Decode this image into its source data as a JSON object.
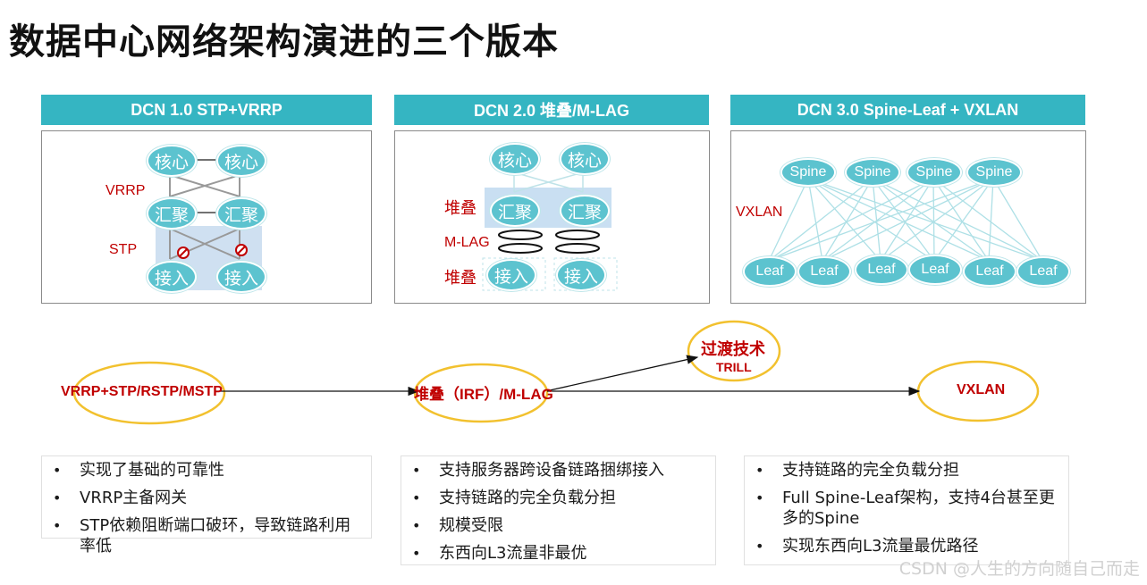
{
  "title": "数据中心网络架构演进的三个版本",
  "panels": [
    {
      "header": "DCN 1.0 STP+VRRP",
      "labels": {
        "vrrp": "VRRP",
        "stp": "STP"
      },
      "nodes": {
        "core": "核心",
        "agg": "汇聚",
        "access": "接入"
      }
    },
    {
      "header": "DCN 2.0 堆叠/M-LAG",
      "labels": {
        "stack_top": "堆叠",
        "mlag": "M-LAG",
        "stack_bottom": "堆叠"
      },
      "nodes": {
        "core": "核心",
        "agg": "汇聚",
        "access": "接入"
      }
    },
    {
      "header": "DCN 3.0 Spine-Leaf + VXLAN",
      "labels": {
        "vxlan": "VXLAN"
      },
      "nodes": {
        "spine": "Spine",
        "leaf": "Leaf"
      }
    }
  ],
  "timeline": {
    "stage1": "VRRP+STP/RSTP/MSTP",
    "stage2": "堆叠（IRF）/M-LAG",
    "transition_title": "过渡技术",
    "transition_sub": "TRILL",
    "stage3": "VXLAN"
  },
  "bullets": [
    [
      "实现了基础的可靠性",
      "VRRP主备网关",
      "STP依赖阻断端口破环，导致链路利用率低"
    ],
    [
      "支持服务器跨设备链路捆绑接入",
      "支持链路的完全负载分担",
      "规模受限",
      "东西向L3流量非最优"
    ],
    [
      "支持链路的完全负载分担",
      "Full Spine-Leaf架构，支持4台甚至更多的Spine",
      "实现东西向L3流量最优路径"
    ]
  ],
  "watermark": "CSDN @人生的方向随自己而走",
  "colors": {
    "header": "#35b5c2",
    "node": "#5cc3cf",
    "red": "#c00000",
    "ellipse": "#f2c12e"
  }
}
